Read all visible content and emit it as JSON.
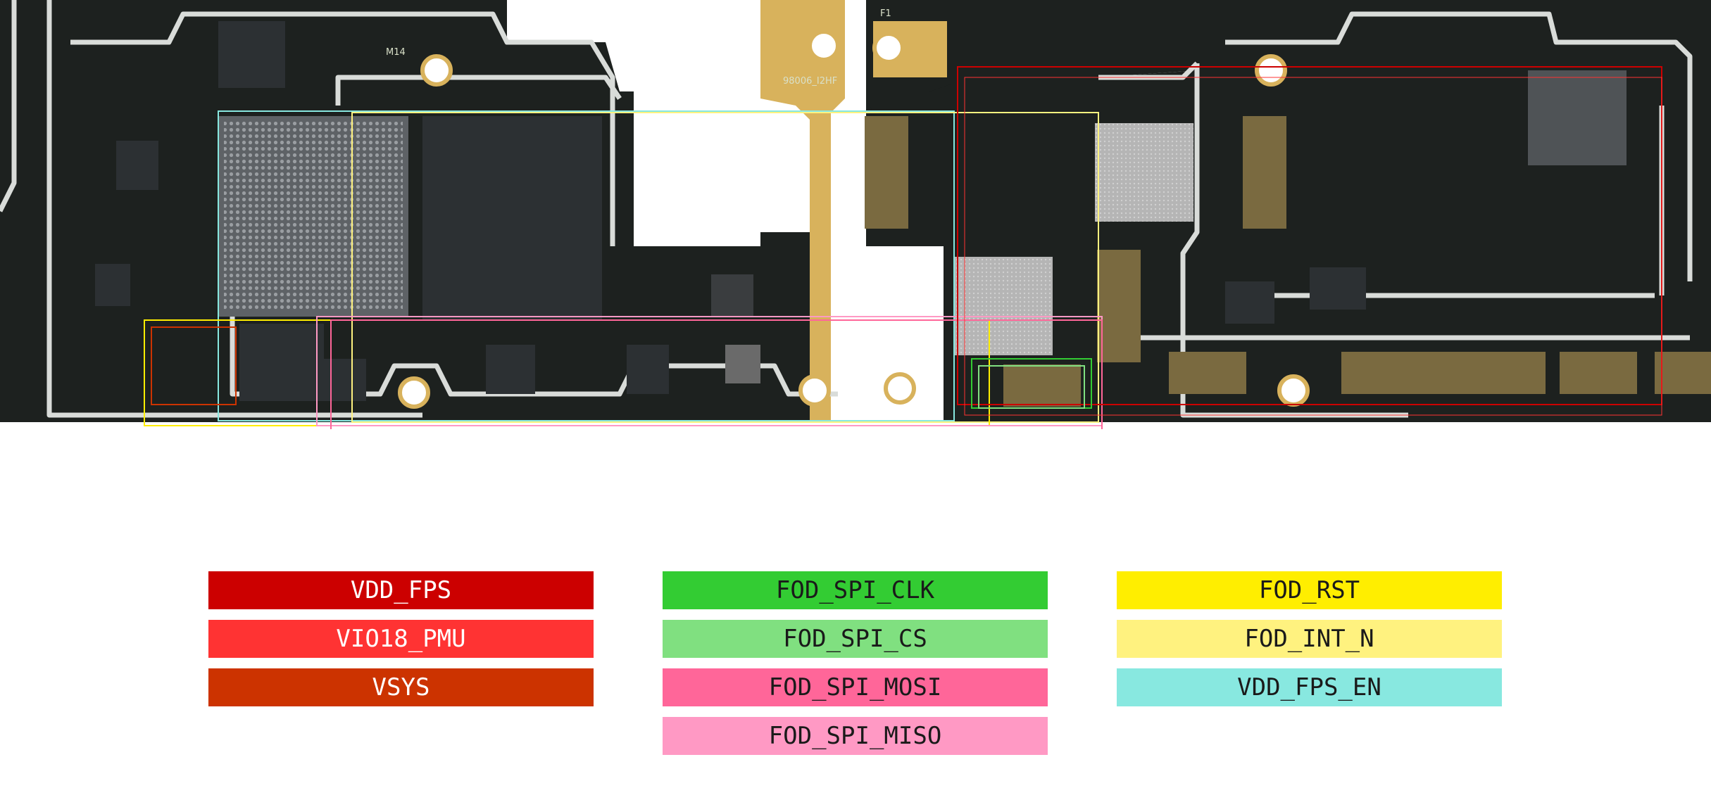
{
  "board": {
    "markings": [
      "M14",
      "F1",
      "98006_I2HF"
    ],
    "colors": {
      "pcb": "#1d211f",
      "pcb_edge": "#2a2f2c",
      "trace": "#d9dcd9",
      "gold": "#d8b25c",
      "chip": "#2c3033",
      "bga": "#5e6266",
      "shield": "#b9b9b9"
    }
  },
  "legend": [
    {
      "label": "VDD_FPS",
      "color": "#cc0000",
      "text_tone": "dark"
    },
    {
      "label": "VIO18_PMU",
      "color": "#ff3333",
      "text_tone": "dark"
    },
    {
      "label": "VSYS",
      "color": "#cc3300",
      "text_tone": "dark"
    },
    {
      "label": "FOD_SPI_CLK",
      "color": "#33cc33",
      "text_tone": "light"
    },
    {
      "label": "FOD_SPI_CS",
      "color": "#80e080",
      "text_tone": "light"
    },
    {
      "label": "FOD_SPI_MOSI",
      "color": "#ff6699",
      "text_tone": "light"
    },
    {
      "label": "FOD_SPI_MISO",
      "color": "#ff99c4",
      "text_tone": "light"
    },
    {
      "label": "FOD_RST",
      "color": "#ffee00",
      "text_tone": "light"
    },
    {
      "label": "FOD_INT_N",
      "color": "#fff27f",
      "text_tone": "light"
    },
    {
      "label": "VDD_FPS_EN",
      "color": "#88e8e0",
      "text_tone": "light"
    }
  ]
}
